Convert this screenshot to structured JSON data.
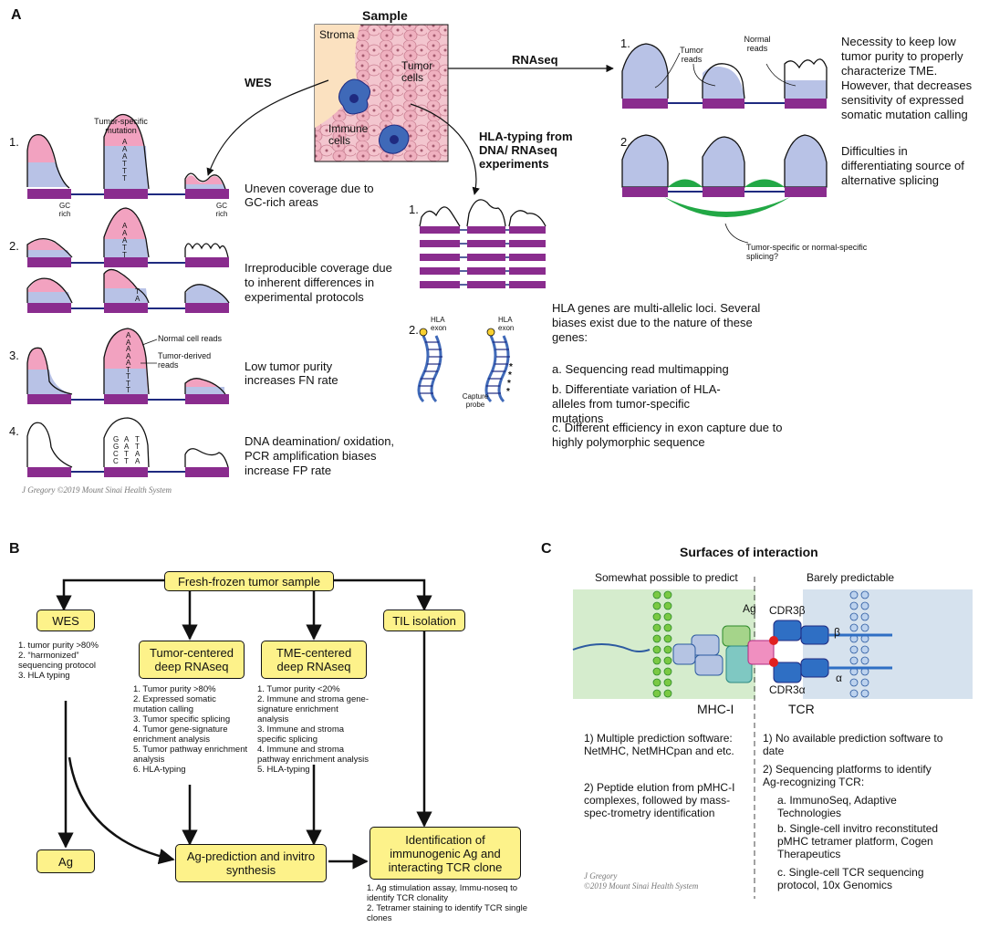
{
  "panel_a": {
    "label": "A",
    "sample_title": "Sample",
    "stroma": "Stroma",
    "tumor_cells": "Tumor cells",
    "immune_cells": "Immune cells",
    "wes": "WES",
    "rnaseq": "RNAseq",
    "hla_typing": "HLA-typing from DNA/ RNAseq experiments",
    "tumor_specific_mutation": "Tumor-specific mutation",
    "gc_rich": "GC rich",
    "seq_atttt": "A A A T T T",
    "seq_aaatt": "A A A T T",
    "seq_ta": "T A",
    "seq_long": "A A A A A T T T T",
    "seq_ggcc": "G G C C",
    "seq_aatt": "A A T T",
    "seq_ttaa": "T T A A",
    "wes_steps": [
      {
        "num": "1.",
        "text": "Uneven coverage due to GC-rich areas"
      },
      {
        "num": "2.",
        "text": "Irreproducible coverage due to inherent differences in experimental protocols"
      },
      {
        "num": "3.",
        "text": "Low tumor purity increases FN rate"
      },
      {
        "num": "4.",
        "text": "DNA deamination/ oxidation, PCR amplification biases increase FP rate"
      }
    ],
    "normal_cell_reads": "Normal cell reads",
    "tumor_derived_reads": "Tumor-derived reads",
    "rna_steps": [
      {
        "num": "1.",
        "text": "Necessity to keep low tumor purity to properly characterize TME. However, that decreases sensitivity of expressed somatic mutation calling"
      },
      {
        "num": "2.",
        "text": "Difficulties in differentiating source of alternative splicing"
      }
    ],
    "tumor_reads": "Tumor reads",
    "normal_reads": "Normal reads",
    "splicing_question": "Tumor-specific or normal-specific splicing?",
    "hla_step1": "1.",
    "hla_step2": "2.",
    "hla_exon": "HLA exon",
    "capture_probe": "Capture probe",
    "hla_intro": "HLA genes are multi-allelic loci. Several biases exist due to the nature of these genes:",
    "hla_items": [
      "a. Sequencing read multimapping",
      "b. Differentiate variation of HLA-alleles from tumor-specific mutations",
      "c. Different efficiency in exon capture due to highly polymorphic sequence"
    ],
    "copyright": "J Gregory ©2019 Mount Sinai Health System"
  },
  "panel_b": {
    "label": "B",
    "root": "Fresh-frozen tumor sample",
    "wes": "WES",
    "wes_list": [
      "1. tumor purity >80%",
      "2. “harmonized” sequencing protocol",
      "3. HLA typing"
    ],
    "tumor_rnaseq": "Tumor-centered deep RNAseq",
    "tumor_list": [
      "1. Tumor purity >80%",
      "2. Expressed somatic mutation calling",
      "3. Tumor specific splicing",
      "4. Tumor gene-signature enrichment analysis",
      "5. Tumor pathway enrichment analysis",
      "6. HLA-typing"
    ],
    "tme_rnaseq": "TME-centered deep RNAseq",
    "tme_list": [
      "1. Tumor purity <20%",
      "2. Immune and stroma gene-signature enrichment analysis",
      "3. Immune and stroma specific splicing",
      "4. Immune and stroma pathway enrichment analysis",
      "5. HLA-typing"
    ],
    "til": "TIL isolation",
    "ag": "Ag",
    "ag_prediction": "Ag-prediction and invitro synthesis",
    "identification": "Identification of immunogenic Ag and interacting TCR clone",
    "ident_list": [
      "1. Ag stimulation assay, Immu-noseq to identify TCR clonality",
      "2. Tetramer staining to identify TCR single clones"
    ]
  },
  "panel_c": {
    "label": "C",
    "title": "Surfaces of interaction",
    "left_header": "Somewhat possible to predict",
    "right_header": "Barely predictable",
    "ag": "Ag",
    "cdr3b": "CDR3β",
    "cdr3a": "CDR3α",
    "beta": "β",
    "alpha": "α",
    "mhc": "MHC-I",
    "tcr": "TCR",
    "left_list": [
      "1) Multiple prediction software: NetMHC, NetMHCpan and etc.",
      "2) Peptide elution from pMHC-I complexes, followed by mass-spec-trometry identification"
    ],
    "right_list": [
      "1) No available prediction software to date",
      "2) Sequencing platforms to identify Ag-recognizing TCR:"
    ],
    "right_sub": [
      "a. ImmunoSeq, Adaptive Technologies",
      "b. Single-cell invitro reconstituted pMHC tetramer platform, Cogen Therapeutics",
      "c. Single-cell TCR sequencing protocol, 10x Genomics"
    ],
    "copyright_1": "J Gregory",
    "copyright_2": "©2019 Mount Sinai Health System"
  },
  "colors": {
    "purple": "#8a2c8e",
    "blue": "#b8c2e6",
    "pink": "#ef9ab8",
    "green": "#22a845",
    "yellow": "#fdf28a",
    "navy": "#1f2a80"
  }
}
